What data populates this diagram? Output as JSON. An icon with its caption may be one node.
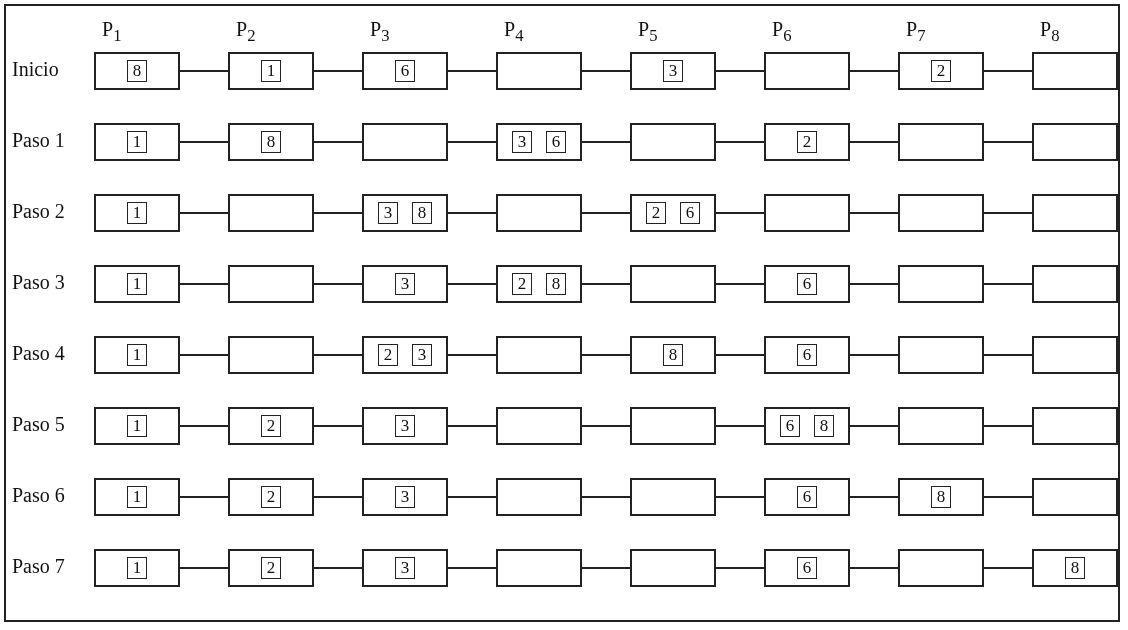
{
  "diagram": {
    "nodes": [
      {
        "text": [],
        "shape": "box"
      },
      {
        "text": [
          "8"
        ],
        "in": 0
      },
      {
        "text": [],
        "shape": "box"
      },
      {
        "text": [
          "1"
        ],
        "in": 2
      },
      {
        "text": [],
        "shape": "box"
      },
      {
        "text": [
          "6"
        ],
        "in": 4
      },
      {
        "text": [],
        "shape": "box"
      },
      {
        "text": [],
        "shape": "box"
      },
      {
        "text": [
          "3"
        ],
        "in": 7
      },
      {
        "text": [],
        "shape": "box"
      },
      {
        "text": [],
        "shape": "box"
      },
      {
        "text": [
          "2"
        ],
        "in": 10
      },
      {
        "text": [],
        "shape": "box"
      },
      {
        "text": [],
        "shape": "box"
      },
      {
        "text": [
          "1"
        ],
        "in": 13
      },
      {
        "text": [],
        "shape": "box"
      },
      {
        "text": [
          "8"
        ],
        "in": 15
      },
      {
        "text": [],
        "shape": "box"
      },
      {
        "text": [],
        "shape": "box"
      },
      {
        "text": [
          "3"
        ],
        "in": 18
      },
      {
        "text": [
          "6"
        ],
        "in": 18
      },
      {
        "text": [],
        "shape": "box"
      },
      {
        "text": [],
        "shape": "box"
      },
      {
        "text": [
          "2"
        ],
        "in": 22
      },
      {
        "text": [],
        "shape": "box"
      },
      {
        "text": [],
        "shape": "box"
      },
      {
        "text": [],
        "shape": "box"
      },
      {
        "text": [
          "1"
        ],
        "in": 26
      },
      {
        "text": [],
        "shape": "box"
      },
      {
        "text": [],
        "shape": "box"
      },
      {
        "text": [
          "3"
        ],
        "in": 29
      },
      {
        "text": [
          "8"
        ],
        "in": 29
      },
      {
        "text": [],
        "shape": "box"
      },
      {
        "text": [],
        "shape": "box"
      },
      {
        "text": [
          "2"
        ],
        "in": 33
      },
      {
        "text": [
          "6"
        ],
        "in": 33
      },
      {
        "text": [],
        "shape": "box"
      },
      {
        "text": [],
        "shape": "box"
      },
      {
        "text": [],
        "shape": "box"
      },
      {
        "text": [],
        "shape": "box"
      },
      {
        "text": [
          "1"
        ],
        "in": 39
      },
      {
        "text": [],
        "shape": "box"
      },
      {
        "text": [],
        "shape": "box"
      },
      {
        "text": [
          "3"
        ],
        "in": 42
      },
      {
        "text": [],
        "shape": "box"
      },
      {
        "text": [
          "2"
        ],
        "in": 44
      },
      {
        "text": [
          "8"
        ],
        "in": 44
      },
      {
        "text": [],
        "shape": "box"
      },
      {
        "text": [],
        "shape": "box"
      },
      {
        "text": [
          "6"
        ],
        "in": 48
      },
      {
        "text": [],
        "shape": "box"
      },
      {
        "text": [],
        "shape": "box"
      },
      {
        "text": [],
        "shape": "box"
      },
      {
        "text": [
          "1"
        ],
        "in": 52
      },
      {
        "text": [],
        "shape": "box"
      },
      {
        "text": [],
        "shape": "box"
      },
      {
        "text": [
          "2"
        ],
        "in": 55
      },
      {
        "text": [
          "3"
        ],
        "in": 55
      },
      {
        "text": [],
        "shape": "box"
      },
      {
        "text": [],
        "shape": "box"
      },
      {
        "text": [
          "8"
        ],
        "in": 59
      },
      {
        "text": [],
        "shape": "box"
      },
      {
        "text": [
          "6"
        ],
        "in": 61
      },
      {
        "text": [],
        "shape": "box"
      },
      {
        "text": [],
        "shape": "box"
      },
      {
        "text": [],
        "shape": "box"
      },
      {
        "text": [
          "1"
        ],
        "in": 65
      },
      {
        "text": [],
        "shape": "box"
      },
      {
        "text": [
          "2"
        ],
        "in": 67
      },
      {
        "text": [],
        "shape": "box"
      },
      {
        "text": [
          "3"
        ],
        "in": 69
      },
      {
        "text": [],
        "shape": "box"
      },
      {
        "text": [],
        "shape": "box"
      },
      {
        "text": [],
        "shape": "box"
      },
      {
        "text": [
          "6"
        ],
        "in": 73
      },
      {
        "text": [
          "8"
        ],
        "in": 73
      },
      {
        "text": [],
        "shape": "box"
      },
      {
        "text": [],
        "shape": "box"
      },
      {
        "text": [],
        "shape": "box"
      },
      {
        "text": [
          "1"
        ],
        "in": 78
      },
      {
        "text": [],
        "shape": "box"
      },
      {
        "text": [
          "2"
        ],
        "in": 80
      },
      {
        "text": [],
        "shape": "box"
      },
      {
        "text": [
          "3"
        ],
        "in": 82
      },
      {
        "text": [],
        "shape": "box"
      },
      {
        "text": [],
        "shape": "box"
      },
      {
        "text": [],
        "shape": "box"
      },
      {
        "text": [
          "6"
        ],
        "in": 86
      },
      {
        "text": [],
        "shape": "box"
      },
      {
        "text": [
          "8"
        ],
        "in": 88
      },
      {
        "text": [],
        "shape": "box"
      },
      {
        "text": [],
        "shape": "box"
      },
      {
        "text": [
          "1"
        ],
        "in": 91
      },
      {
        "text": [],
        "shape": "box"
      },
      {
        "text": [
          "2"
        ],
        "in": 93
      },
      {
        "text": [],
        "shape": "box"
      },
      {
        "text": [
          "3"
        ],
        "in": 95
      },
      {
        "text": [],
        "shape": "box"
      },
      {
        "text": [],
        "shape": "box"
      },
      {
        "text": [],
        "shape": "box"
      },
      {
        "text": [
          "6"
        ],
        "in": 99
      },
      {
        "text": [],
        "shape": "box"
      },
      {
        "text": [],
        "shape": "box"
      },
      {
        "text": [
          "8"
        ],
        "in": 102
      }
    ],
    "edges": [
      {
        "from": 0,
        "to": 2,
        "arrow": "none"
      },
      {
        "from": 2,
        "to": 4,
        "arrow": "none"
      },
      {
        "from": 4,
        "to": 6,
        "arrow": "none"
      },
      {
        "from": 6,
        "to": 7,
        "arrow": "none"
      },
      {
        "from": 7,
        "to": 9,
        "arrow": "none"
      },
      {
        "from": 9,
        "to": 10,
        "arrow": "none"
      },
      {
        "from": 10,
        "to": 12,
        "arrow": "none"
      },
      {
        "from": 13,
        "to": 15,
        "arrow": "none"
      },
      {
        "from": 15,
        "to": 17,
        "arrow": "none"
      },
      {
        "from": 17,
        "to": 18,
        "arrow": "none"
      },
      {
        "from": 18,
        "to": 21,
        "arrow": "none"
      },
      {
        "from": 21,
        "to": 22,
        "arrow": "none"
      },
      {
        "from": 22,
        "to": 24,
        "arrow": "none"
      },
      {
        "from": 24,
        "to": 25,
        "arrow": "none"
      },
      {
        "from": 26,
        "to": 28,
        "arrow": "none"
      },
      {
        "from": 28,
        "to": 29,
        "arrow": "none"
      },
      {
        "from": 29,
        "to": 32,
        "arrow": "none"
      },
      {
        "from": 32,
        "to": 33,
        "arrow": "none"
      },
      {
        "from": 33,
        "to": 36,
        "arrow": "none"
      },
      {
        "from": 36,
        "to": 37,
        "arrow": "none"
      },
      {
        "from": 37,
        "to": 38,
        "arrow": "none"
      },
      {
        "from": 39,
        "to": 41,
        "arrow": "none"
      },
      {
        "from": 41,
        "to": 42,
        "arrow": "none"
      },
      {
        "from": 42,
        "to": 44,
        "arrow": "none"
      },
      {
        "from": 44,
        "to": 47,
        "arrow": "none"
      },
      {
        "from": 47,
        "to": 48,
        "arrow": "none"
      },
      {
        "from": 48,
        "to": 50,
        "arrow": "none"
      },
      {
        "from": 50,
        "to": 51,
        "arrow": "none"
      },
      {
        "from": 52,
        "to": 54,
        "arrow": "none"
      },
      {
        "from": 54,
        "to": 55,
        "arrow": "none"
      },
      {
        "from": 55,
        "to": 58,
        "arrow": "none"
      },
      {
        "from": 58,
        "to": 59,
        "arrow": "none"
      },
      {
        "from": 59,
        "to": 61,
        "arrow": "none"
      },
      {
        "from": 61,
        "to": 63,
        "arrow": "none"
      },
      {
        "from": 63,
        "to": 64,
        "arrow": "none"
      },
      {
        "from": 65,
        "to": 67,
        "arrow": "none"
      },
      {
        "from": 67,
        "to": 69,
        "arrow": "none"
      },
      {
        "from": 69,
        "to": 71,
        "arrow": "none"
      },
      {
        "from": 71,
        "to": 72,
        "arrow": "none"
      },
      {
        "from": 72,
        "to": 73,
        "arrow": "none"
      },
      {
        "from": 73,
        "to": 76,
        "arrow": "none"
      },
      {
        "from": 76,
        "to": 77,
        "arrow": "none"
      },
      {
        "from": 78,
        "to": 80,
        "arrow": "none"
      },
      {
        "from": 80,
        "to": 82,
        "arrow": "none"
      },
      {
        "from": 82,
        "to": 84,
        "arrow": "none"
      },
      {
        "from": 84,
        "to": 85,
        "arrow": "none"
      },
      {
        "from": 85,
        "to": 86,
        "arrow": "none"
      },
      {
        "from": 86,
        "to": 88,
        "arrow": "none"
      },
      {
        "from": 88,
        "to": 90,
        "arrow": "none"
      },
      {
        "from": 91,
        "to": 93,
        "arrow": "none"
      },
      {
        "from": 93,
        "to": 95,
        "arrow": "none"
      },
      {
        "from": 95,
        "to": 97,
        "arrow": "none"
      },
      {
        "from": 97,
        "to": 98,
        "arrow": "none"
      },
      {
        "from": 98,
        "to": 99,
        "arrow": "none"
      },
      {
        "from": 99,
        "to": 101,
        "arrow": "none"
      },
      {
        "from": 101,
        "to": 102,
        "arrow": "none"
      }
    ],
    "labels": [
      "P$_{1}$",
      "P$_{2}$",
      "P$_{3}$",
      "P$_{4}$",
      "P$_{5}$",
      "P$_{6}$",
      "P$_{7}$",
      "P$_{8}$",
      "Inicio",
      "Paso 1",
      "Paso 2",
      "Paso 3",
      "Paso 4",
      "Paso 5",
      "Paso 6",
      "Paso 7"
    ]
  }
}
